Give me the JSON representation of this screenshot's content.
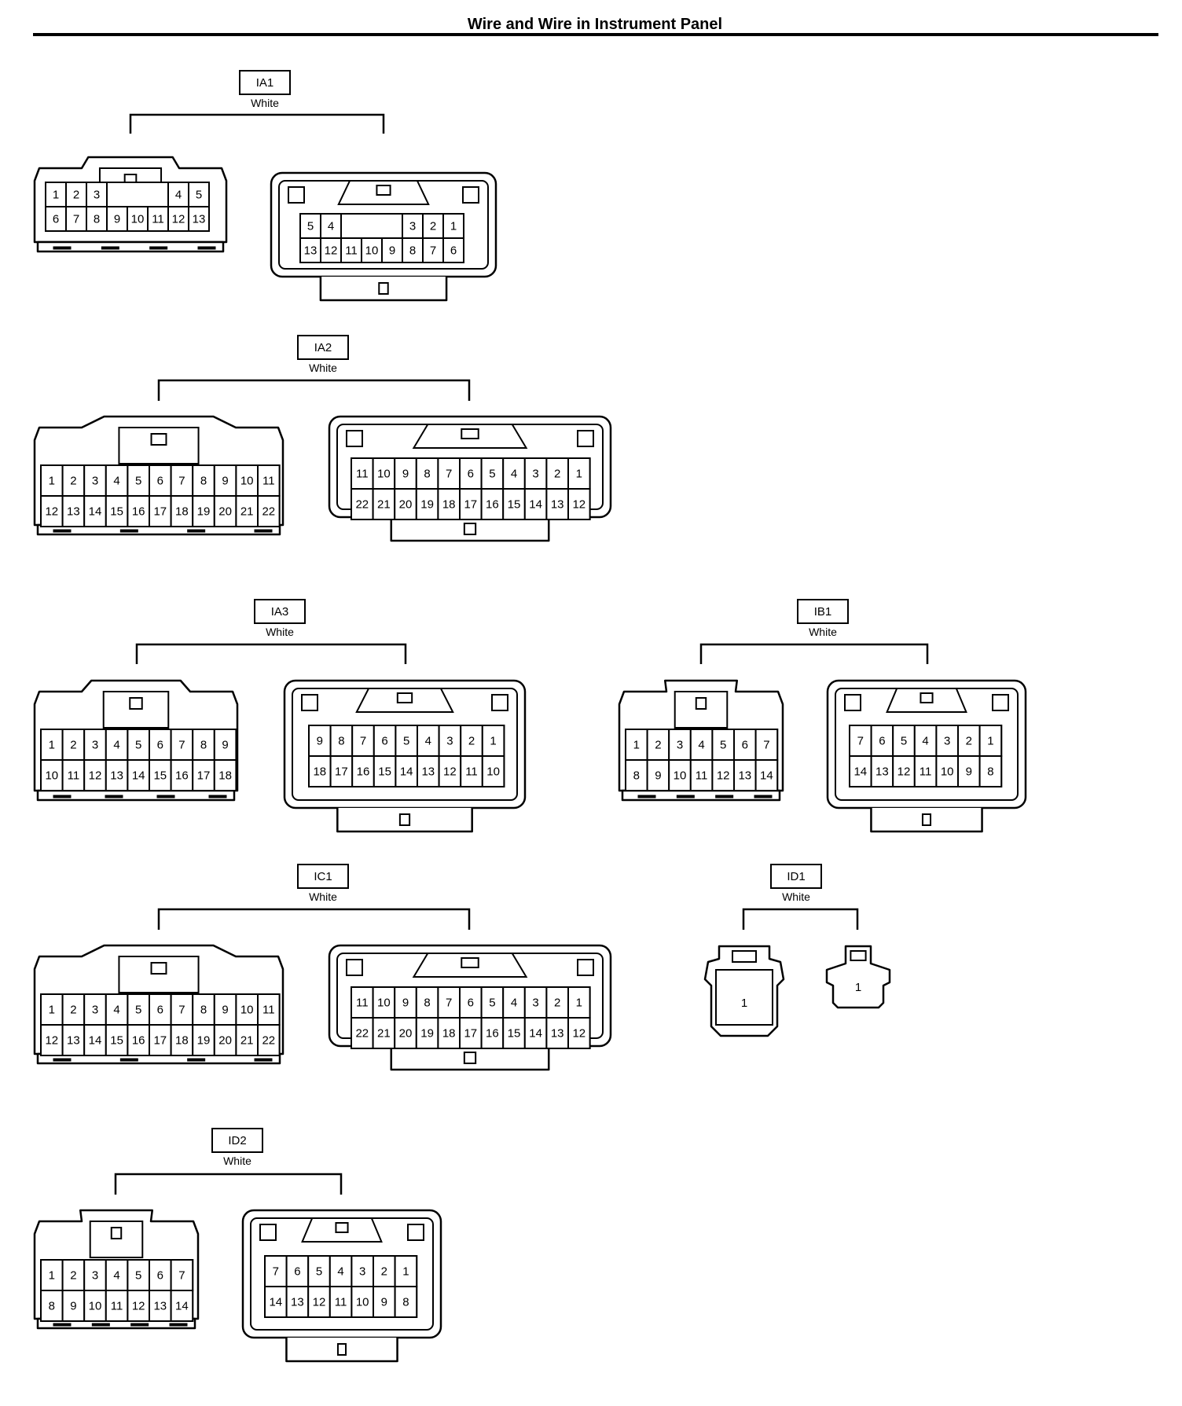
{
  "page_title": "Wire and Wire in Instrument Panel",
  "connectors": [
    {
      "code": "IA1",
      "color": "White",
      "left": {
        "rows": [
          [
            "1",
            "2",
            "3",
            "",
            "",
            "",
            "4",
            "5"
          ],
          [
            "6",
            "7",
            "8",
            "9",
            "10",
            "11",
            "12",
            "13"
          ]
        ]
      },
      "right": {
        "rows": [
          [
            "5",
            "4",
            "",
            "",
            "",
            "3",
            "2",
            "1"
          ],
          [
            "13",
            "12",
            "11",
            "10",
            "9",
            "8",
            "7",
            "6"
          ]
        ]
      }
    },
    {
      "code": "IA2",
      "color": "White",
      "left": {
        "rows": [
          [
            "1",
            "2",
            "3",
            "4",
            "5",
            "6",
            "7",
            "8",
            "9",
            "10",
            "11"
          ],
          [
            "12",
            "13",
            "14",
            "15",
            "16",
            "17",
            "18",
            "19",
            "20",
            "21",
            "22"
          ]
        ]
      },
      "right": {
        "rows": [
          [
            "11",
            "10",
            "9",
            "8",
            "7",
            "6",
            "5",
            "4",
            "3",
            "2",
            "1"
          ],
          [
            "22",
            "21",
            "20",
            "19",
            "18",
            "17",
            "16",
            "15",
            "14",
            "13",
            "12"
          ]
        ]
      }
    },
    {
      "code": "IA3",
      "color": "White",
      "left": {
        "rows": [
          [
            "1",
            "2",
            "3",
            "4",
            "5",
            "6",
            "7",
            "8",
            "9"
          ],
          [
            "10",
            "11",
            "12",
            "13",
            "14",
            "15",
            "16",
            "17",
            "18"
          ]
        ]
      },
      "right": {
        "rows": [
          [
            "9",
            "8",
            "7",
            "6",
            "5",
            "4",
            "3",
            "2",
            "1"
          ],
          [
            "18",
            "17",
            "16",
            "15",
            "14",
            "13",
            "12",
            "11",
            "10"
          ]
        ]
      }
    },
    {
      "code": "IB1",
      "color": "White",
      "left": {
        "rows": [
          [
            "1",
            "2",
            "3",
            "4",
            "5",
            "6",
            "7"
          ],
          [
            "8",
            "9",
            "10",
            "11",
            "12",
            "13",
            "14"
          ]
        ]
      },
      "right": {
        "rows": [
          [
            "7",
            "6",
            "5",
            "4",
            "3",
            "2",
            "1"
          ],
          [
            "14",
            "13",
            "12",
            "11",
            "10",
            "9",
            "8"
          ]
        ]
      }
    },
    {
      "code": "IC1",
      "color": "White",
      "left": {
        "rows": [
          [
            "1",
            "2",
            "3",
            "4",
            "5",
            "6",
            "7",
            "8",
            "9",
            "10",
            "11"
          ],
          [
            "12",
            "13",
            "14",
            "15",
            "16",
            "17",
            "18",
            "19",
            "20",
            "21",
            "22"
          ]
        ]
      },
      "right": {
        "rows": [
          [
            "11",
            "10",
            "9",
            "8",
            "7",
            "6",
            "5",
            "4",
            "3",
            "2",
            "1"
          ],
          [
            "22",
            "21",
            "20",
            "19",
            "18",
            "17",
            "16",
            "15",
            "14",
            "13",
            "12"
          ]
        ]
      }
    },
    {
      "code": "ID1",
      "color": "White",
      "left": {
        "rows": [
          [
            "1"
          ]
        ]
      },
      "right": {
        "rows": [
          [
            "1"
          ]
        ]
      }
    },
    {
      "code": "ID2",
      "color": "White",
      "left": {
        "rows": [
          [
            "1",
            "2",
            "3",
            "4",
            "5",
            "6",
            "7"
          ],
          [
            "8",
            "9",
            "10",
            "11",
            "12",
            "13",
            "14"
          ]
        ]
      },
      "right": {
        "rows": [
          [
            "7",
            "6",
            "5",
            "4",
            "3",
            "2",
            "1"
          ],
          [
            "14",
            "13",
            "12",
            "11",
            "10",
            "9",
            "8"
          ]
        ]
      }
    }
  ]
}
